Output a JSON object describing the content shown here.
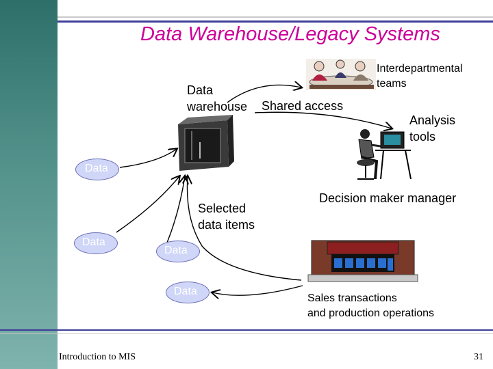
{
  "slide": {
    "title": "Data Warehouse/Legacy Systems",
    "footer_left": "Introduction to MIS",
    "page_number": "31"
  },
  "labels": {
    "interdepartmental_line1": "Interdepartmental",
    "interdepartmental_line2": "teams",
    "data_warehouse_line1": "Data",
    "data_warehouse_line2": "warehouse",
    "shared_access": "Shared access",
    "analysis_line1": "Analysis",
    "analysis_line2": "tools",
    "selected_line1": "Selected",
    "selected_line2": "data items",
    "decision_maker": "Decision maker manager",
    "sales_line1": "Sales transactions",
    "sales_line2": "and production operations"
  },
  "data_nodes": [
    "Data",
    "Data",
    "Data",
    "Data"
  ],
  "colors": {
    "title": "#cc0099",
    "bubble_fill": "#cfd6f7",
    "bubble_border": "#6b6fb5",
    "rule": "#3d3d9a"
  },
  "icons": [
    "meeting-team-illustration",
    "server-cabinet-illustration",
    "person-at-computer-illustration",
    "storefront-illustration"
  ]
}
